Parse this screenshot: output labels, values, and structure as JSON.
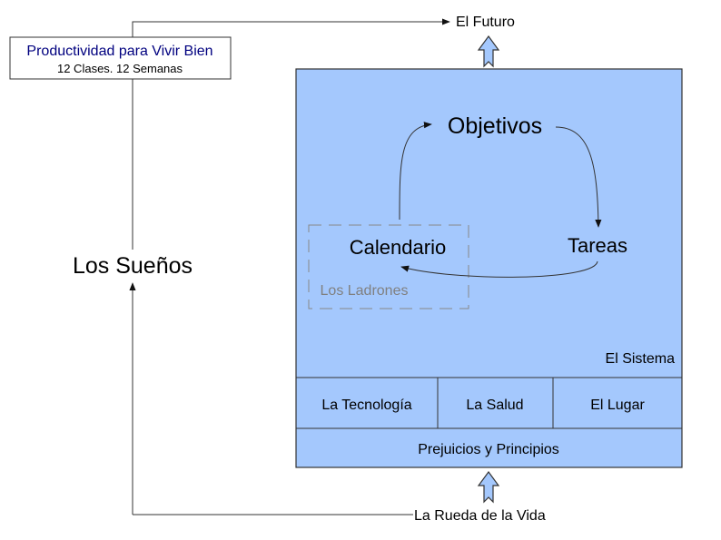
{
  "title_box": {
    "title": "Productividad para Vivir Bien",
    "subtitle": "12 Clases. 12 Semanas"
  },
  "future_label": "El Futuro",
  "dreams_label": "Los Sueños",
  "wheel_label": "La Rueda de la Vida",
  "system": {
    "label": "El Sistema",
    "cycle": {
      "objectives": "Objetivos",
      "tasks": "Tareas",
      "calendar": "Calendario",
      "thieves": "Los Ladrones"
    },
    "pillars": [
      "La Tecnología",
      "La Salud",
      "El Lugar"
    ],
    "foundation": "Prejuicios y Principios"
  },
  "colors": {
    "fill": "#a4c8fd",
    "title": "#00007f",
    "thieves": "#808080"
  }
}
